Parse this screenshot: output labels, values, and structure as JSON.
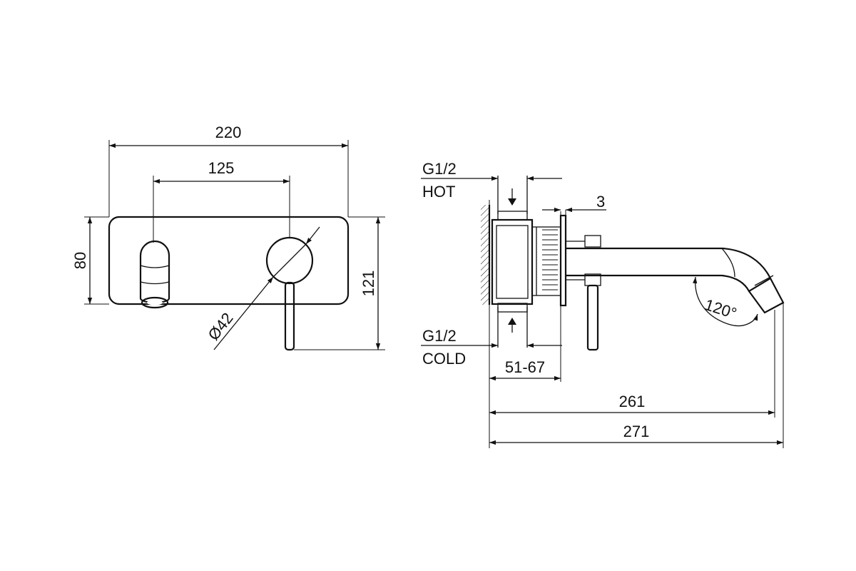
{
  "front_view": {
    "width_overall": "220",
    "spacing_centers": "125",
    "height_plate": "80",
    "height_total": "121",
    "handle_diameter": "Ø42"
  },
  "side_view": {
    "hot_thread": "G1/2",
    "hot_label": "HOT",
    "cold_thread": "G1/2",
    "cold_label": "COLD",
    "plate_thickness": "3",
    "wall_depth_range": "51-67",
    "spout_length_inner": "261",
    "spout_length_overall": "271",
    "spout_angle": "120°"
  },
  "colors": {
    "line": "#111111",
    "background": "#ffffff"
  }
}
